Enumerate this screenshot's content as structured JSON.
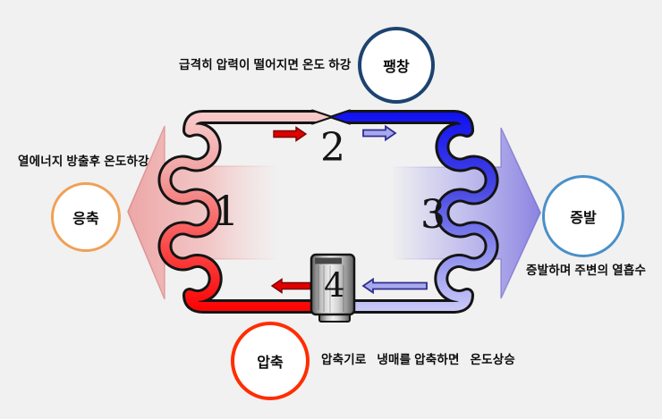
{
  "background": "#f1f1f1",
  "annotations": {
    "expansion_note": "급격히 압력이 떨어지면 온도 하강",
    "condensation_note": "열에너지 방출후 온도하강",
    "evaporation_note": "증발하며 주변의 열흡수",
    "compression_note": "압축기로   냉매를 압축하면   온도상승"
  },
  "stages": {
    "expansion": {
      "label": "팽창",
      "border_color": "#1d4370"
    },
    "condensation": {
      "label": "응축",
      "border_color": "#f0a055"
    },
    "evaporation": {
      "label": "증발",
      "border_color": "#4a90c8"
    },
    "compression": {
      "label": "압축",
      "border_color": "#ff2d00"
    }
  },
  "step_numbers": {
    "condense": "1",
    "expand": "2",
    "evaporate": "3",
    "compress": "4"
  },
  "colors": {
    "hot": "#fb0000",
    "hot_light": "#f8cfcf",
    "cold": "#0c0cf2",
    "cold_light": "#cbcbf8",
    "arrow_red": "#e00000",
    "arrow_lavender": "#a8a8ee"
  }
}
